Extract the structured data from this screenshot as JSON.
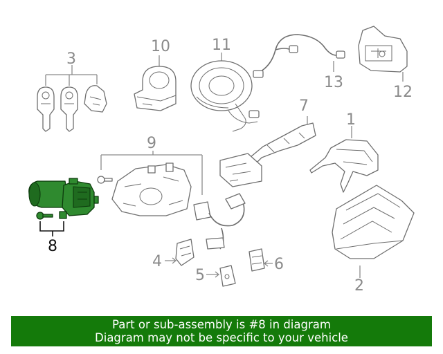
{
  "callouts": {
    "c1": "1",
    "c2": "2",
    "c3": "3",
    "c4": "4",
    "c5": "5",
    "c6": "6",
    "c7": "7",
    "c8": "8",
    "c9": "9",
    "c10": "10",
    "c11": "11",
    "c12": "12",
    "c13": "13"
  },
  "highlight": {
    "part_number": "8",
    "color": "#2f8a2f"
  },
  "banner": {
    "line1": "Part or sub-assembly is #8 in diagram",
    "line2": "Diagram may not be specific to your vehicle",
    "background": "#147a0a"
  }
}
